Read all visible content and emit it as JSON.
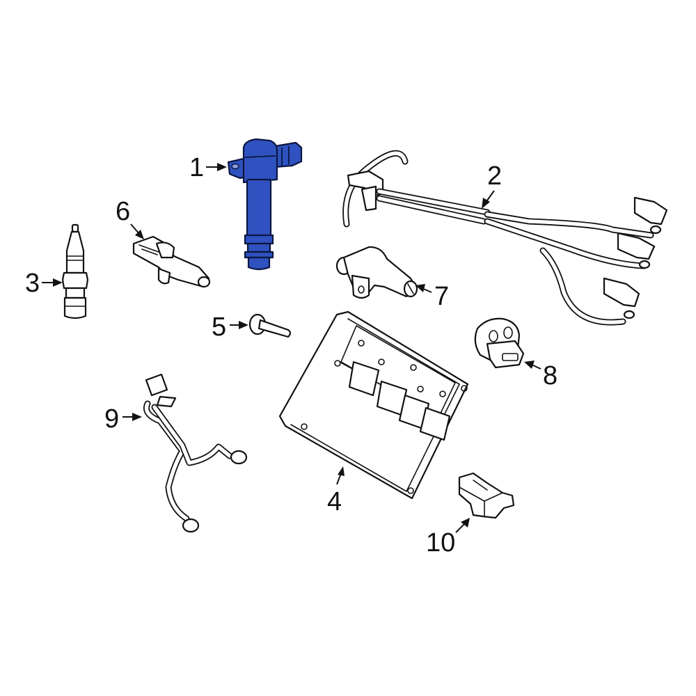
{
  "diagram": {
    "type": "exploded-parts-diagram",
    "highlight_color": "#2F52C0",
    "highlighted_part": "1",
    "parts": [
      {
        "callout": "1",
        "name": "ignition-coil",
        "highlighted": true
      },
      {
        "callout": "2",
        "name": "wiring-harness"
      },
      {
        "callout": "3",
        "name": "spark-plug"
      },
      {
        "callout": "4",
        "name": "engine-control-module"
      },
      {
        "callout": "5",
        "name": "module-bolt"
      },
      {
        "callout": "6",
        "name": "sensor-6"
      },
      {
        "callout": "7",
        "name": "sensor-7"
      },
      {
        "callout": "8",
        "name": "sensor-8"
      },
      {
        "callout": "9",
        "name": "wiring-pigtail"
      },
      {
        "callout": "10",
        "name": "sensor-10"
      }
    ]
  },
  "labels": {
    "c1": "1",
    "c2": "2",
    "c3": "3",
    "c4": "4",
    "c5": "5",
    "c6": "6",
    "c7": "7",
    "c8": "8",
    "c9": "9",
    "c10": "10"
  }
}
